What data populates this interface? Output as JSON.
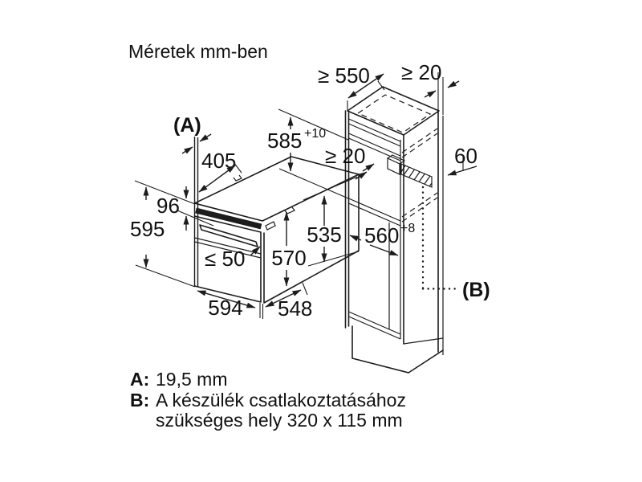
{
  "title": "Méretek mm-ben",
  "oven": {
    "callout_a": "(A)",
    "dim_405": "405",
    "dim_96": "96",
    "dim_595": "595",
    "dim_max50": "≤ 50",
    "dim_570": "570",
    "dim_535": "535",
    "dim_594": "594",
    "dim_548": "548"
  },
  "cabinet": {
    "callout_b": "(B)",
    "dim_min550": "≥ 550",
    "dim_min20_top": "≥ 20",
    "dim_585": "585",
    "dim_585_tol": "+10",
    "dim_min20_inner": "≥ 20",
    "dim_60": "60",
    "dim_560": "560",
    "dim_560_tol": "+8"
  },
  "legend": {
    "a_key": "A:",
    "a_value": "19,5 mm",
    "b_key": "B:",
    "b_value_line1": "A készülék csatlakoztatásához",
    "b_value_line2": "szükséges hely 320 x 115 mm"
  }
}
